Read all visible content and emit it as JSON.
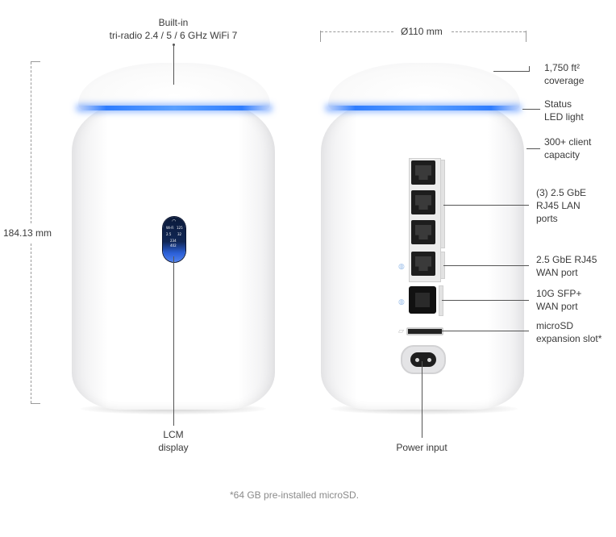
{
  "labels": {
    "built_in_line1": "Built-in",
    "built_in_line2": "tri-radio 2.4 / 5 / 6 GHz WiFi 7",
    "diameter": "Ø110 mm",
    "height": "184.13 mm",
    "coverage_line1": "1,750 ft²",
    "coverage_line2": "coverage",
    "status_line1": "Status",
    "status_line2": "LED light",
    "clients_line1": "300+ client",
    "clients_line2": "capacity",
    "lan_line1": "(3) 2.5 GbE",
    "lan_line2": "RJ45 LAN",
    "lan_line3": "ports",
    "wan_line1": "2.5 GbE RJ45",
    "wan_line2": "WAN port",
    "sfp_line1": "10G SFP+",
    "sfp_line2": "WAN port",
    "sd_line1": "microSD",
    "sd_line2": "expansion slot*",
    "lcm_line1": "LCM",
    "lcm_line2": "display",
    "power": "Power input",
    "footnote": "*64 GB pre-installed microSD."
  },
  "lcm_screen": {
    "row1_left": "Wi-Fi",
    "row1_right": "125",
    "row2_left": "2.5",
    "row2_right": "32",
    "row3": "234",
    "row4": "402"
  },
  "colors": {
    "led_ring": "#2f7dff",
    "device_body": "#ffffff",
    "lcm_screen": "#102655",
    "text": "#3a3a3a"
  },
  "icons": {
    "wifi": "wifi-icon",
    "globe": "globe-icon",
    "sd": "sd-card-icon"
  }
}
